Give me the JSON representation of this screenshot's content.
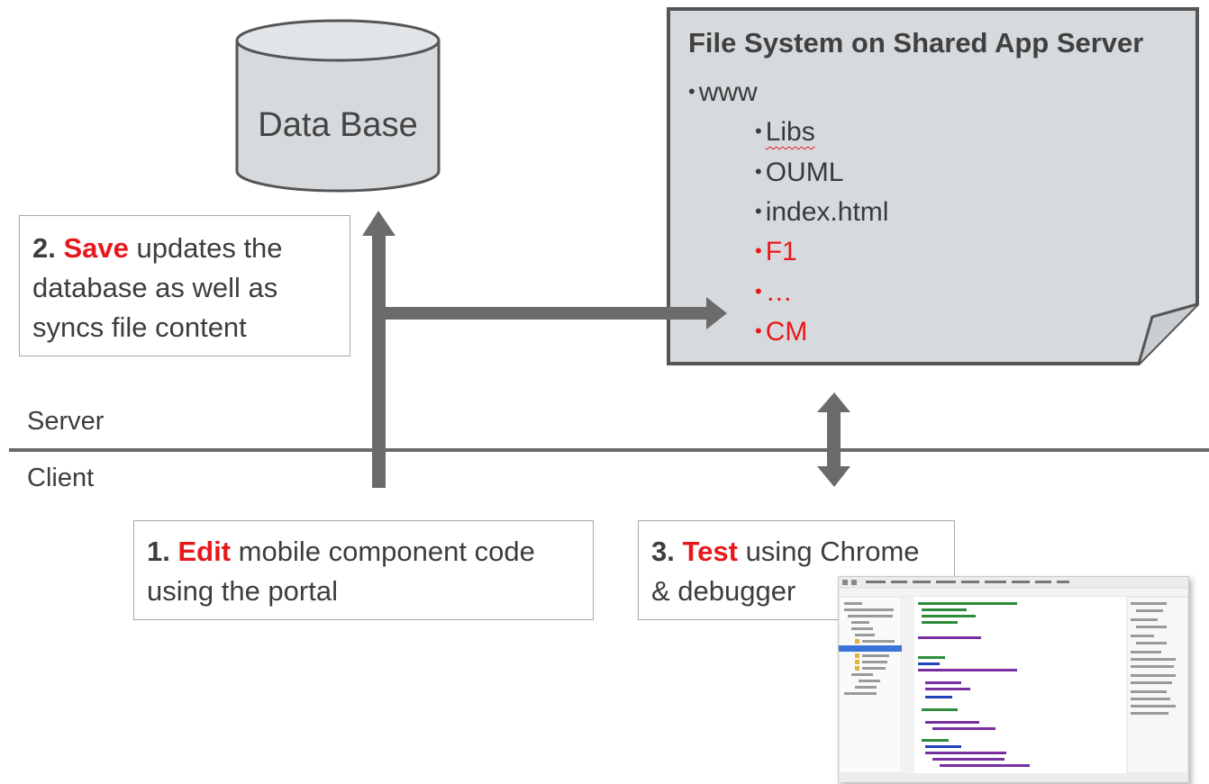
{
  "database": {
    "label": "Data Base"
  },
  "file_system": {
    "title": "File System on Shared App Server",
    "root": "www",
    "items": [
      {
        "label": "Libs",
        "highlight": false
      },
      {
        "label": "OUML",
        "highlight": false
      },
      {
        "label": "index.html",
        "highlight": false
      },
      {
        "label": "F1",
        "highlight": true
      },
      {
        "label": "…",
        "highlight": true
      },
      {
        "label": "CM",
        "highlight": true
      }
    ]
  },
  "steps": {
    "save": {
      "number": "2.",
      "keyword": "Save",
      "line1_rest": "updates the",
      "line2": "database as well as",
      "line3": "syncs file content"
    },
    "edit": {
      "number": "1.",
      "keyword": "Edit",
      "line1_rest": "mobile component code",
      "line2": "using the portal"
    },
    "test": {
      "number": "3.",
      "keyword": "Test",
      "line1_rest": "using Chrome",
      "line2": "& debugger"
    }
  },
  "zones": {
    "server": "Server",
    "client": "Client"
  },
  "colors": {
    "accent_red": "#e8171b",
    "arrow": "#6b6b6b",
    "shape_fill": "#d6dadd",
    "shape_stroke": "#555555"
  },
  "debugger_thumbnail": {
    "icon": "chrome-devtools-screenshot"
  }
}
